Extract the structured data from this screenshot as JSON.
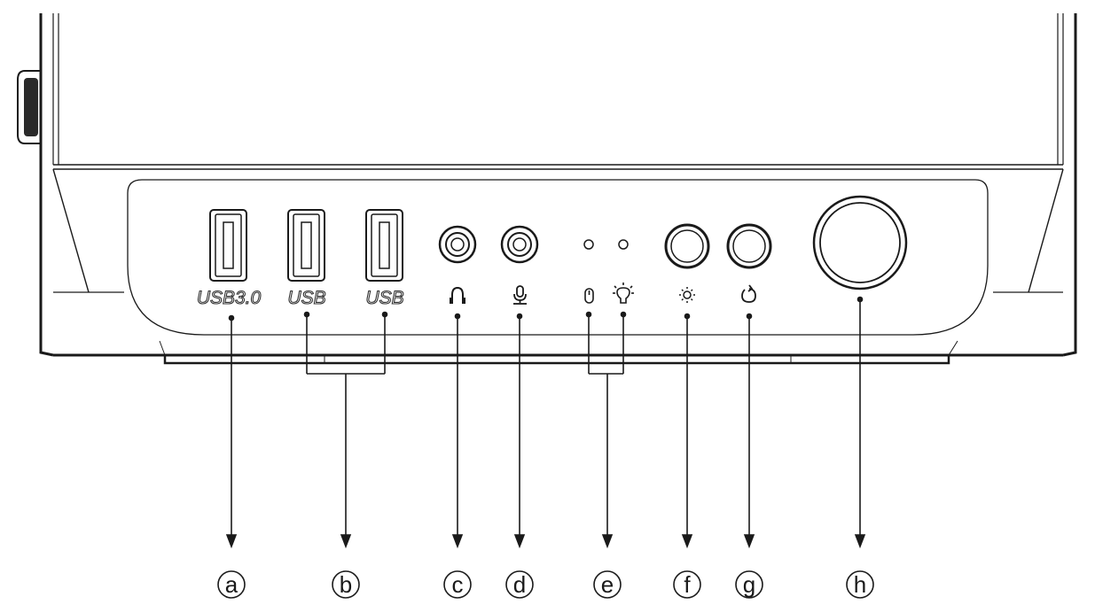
{
  "port_labels": {
    "usb30": "USB3.0",
    "usb_left": "USB",
    "usb_right": "USB"
  },
  "icons": {
    "headphone": "headphone-icon",
    "microphone": "microphone-icon",
    "hdd_led": "hdd-activity-icon",
    "power_led": "power-led-icon",
    "led_button": "led-light-icon",
    "reset_button": "reset-icon"
  },
  "callouts": [
    {
      "id": "a",
      "label": "a"
    },
    {
      "id": "b",
      "label": "b"
    },
    {
      "id": "c",
      "label": "c"
    },
    {
      "id": "d",
      "label": "d"
    },
    {
      "id": "e",
      "label": "e"
    },
    {
      "id": "f",
      "label": "f"
    },
    {
      "id": "g",
      "label": "g"
    },
    {
      "id": "h",
      "label": "h"
    }
  ],
  "colors": {
    "line": "#1a1a1a",
    "background": "#ffffff"
  }
}
